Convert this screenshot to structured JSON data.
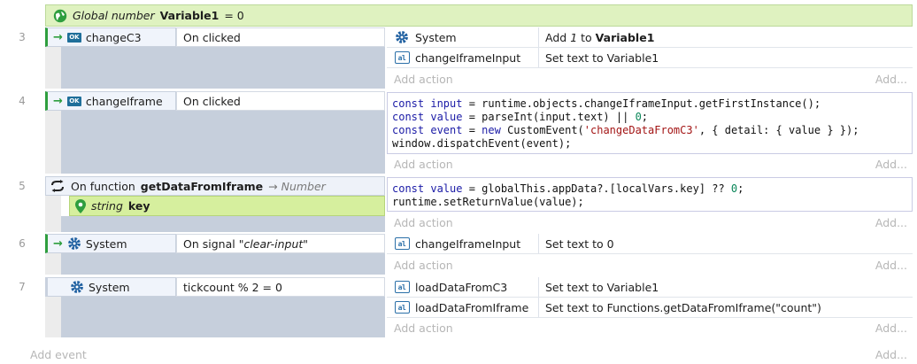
{
  "global_var": {
    "label": "Global number",
    "name": "Variable1",
    "value": "= 0"
  },
  "events": [
    {
      "line": "3",
      "object": "changeC3",
      "condition": "On clicked",
      "actions": [
        {
          "object": "System",
          "param_prefix": "Add",
          "param_num": "1",
          "param_mid": "to",
          "param_bold": "Variable1"
        },
        {
          "object": "changeIframeInput",
          "param": "Set text to Variable1"
        }
      ]
    },
    {
      "line": "4",
      "object": "changeIframe",
      "condition": "On clicked"
    },
    {
      "line": "5",
      "func_prefix": "On function",
      "func_name": "getDataFromIframe",
      "func_return": "Number",
      "param_type": "string",
      "param_name": "key"
    },
    {
      "line": "6",
      "object": "System",
      "condition_prefix": "On signal",
      "condition_value": "\"clear-input\"",
      "actions": [
        {
          "object": "changeIframeInput",
          "param": "Set text to 0"
        }
      ]
    },
    {
      "line": "7",
      "object": "System",
      "condition": "tickcount % 2 = 0",
      "actions": [
        {
          "object": "loadDataFromC3",
          "param": "Set text to Variable1"
        },
        {
          "object": "loadDataFromIframe",
          "param": "Set text to Functions.getDataFromIframe(\"count\")"
        }
      ]
    }
  ],
  "code": {
    "event4": [
      "const input = runtime.objects.changeIframeInput.getFirstInstance();",
      "const value = parseInt(input.text) || 0;",
      "const event = new CustomEvent('changeDataFromC3', { detail: { value } });",
      "window.dispatchEvent(event);"
    ],
    "event5": [
      "const value = globalThis.appData?.[localVars.key] ?? 0;",
      "runtime.setReturnValue(value);"
    ]
  },
  "labels": {
    "add_action": "Add action",
    "add_short": "Add...",
    "add_event": "Add event"
  },
  "colors": {
    "trigger_green": "#2e9e3e",
    "global_bg": "#dff2c0",
    "param_bg": "#d6ef9e",
    "code_keyword": "#1a1aa6",
    "code_string": "#a31515"
  },
  "icons": {
    "global": "globe-icon",
    "trigger": "trigger-arrow-icon",
    "button": "button-ok-icon",
    "system": "gear-icon",
    "text": "text-object-icon",
    "function": "function-loop-icon",
    "local_param": "location-pin-icon"
  }
}
